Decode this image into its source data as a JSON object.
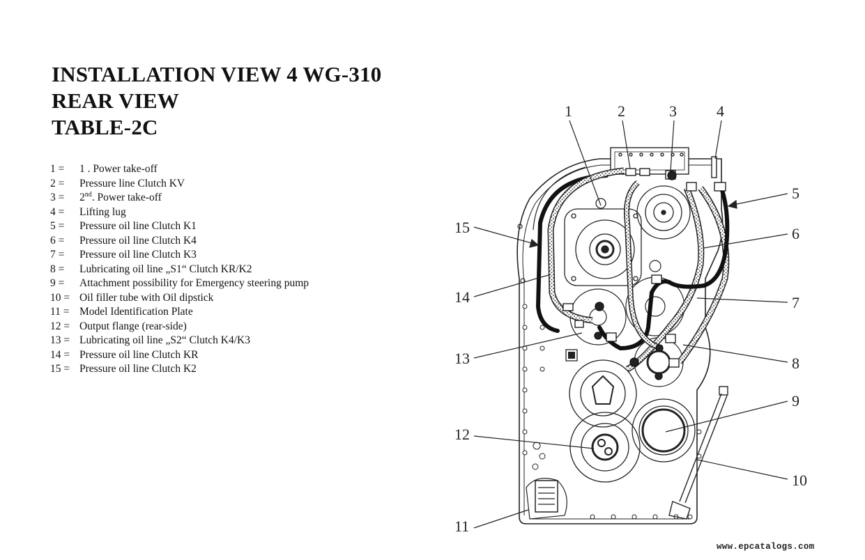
{
  "title_lines": [
    "INSTALLATION VIEW 4 WG-310",
    "REAR VIEW",
    "TABLE-2C"
  ],
  "legend": [
    {
      "num": "1 =",
      "text": "1 . Power take-off"
    },
    {
      "num": "2 =",
      "text": "Pressure line Clutch KV"
    },
    {
      "num": "3 =",
      "text_pre": "2",
      "text_sup": "nd",
      "text_post": ". Power take-off"
    },
    {
      "num": "4 =",
      "text": "Lifting lug"
    },
    {
      "num": "5 =",
      "text": "Pressure oil line Clutch K1"
    },
    {
      "num": "6 =",
      "text": "Pressure oil line Clutch K4"
    },
    {
      "num": "7 =",
      "text": "Pressure oil line Clutch K3"
    },
    {
      "num": "8 =",
      "text": "Lubricating oil line „S1“ Clutch KR/K2"
    },
    {
      "num": "9 =",
      "text": "Attachment possibility for Emergency steering pump"
    },
    {
      "num": "10 =",
      "text": "Oil filler tube with Oil dipstick"
    },
    {
      "num": "11 =",
      "text": "Model Identification Plate"
    },
    {
      "num": "12 =",
      "text": "Output flange (rear-side)"
    },
    {
      "num": "13 =",
      "text": "Lubricating oil line „S2“ Clutch K4/K3"
    },
    {
      "num": "14 =",
      "text": "Pressure oil line Clutch KR"
    },
    {
      "num": "15 =",
      "text": "Pressure oil line Clutch K2"
    }
  ],
  "callouts": [
    "1",
    "2",
    "3",
    "4",
    "5",
    "6",
    "7",
    "8",
    "9",
    "10",
    "11",
    "12",
    "13",
    "14",
    "15"
  ],
  "watermark": "www.epcatalogs.com"
}
